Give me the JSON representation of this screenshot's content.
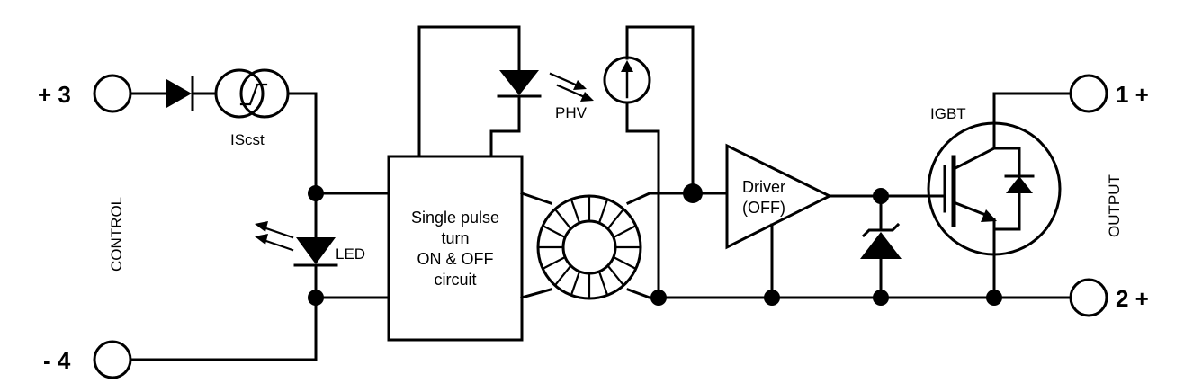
{
  "terminals": {
    "t3": "+ 3",
    "t4": "- 4",
    "t1": "1  +",
    "t2": "2  +"
  },
  "labels": {
    "iscst": "IScst",
    "led": "LED",
    "phv": "PHV",
    "igbt": "IGBT",
    "control": "CONTROL",
    "output": "OUTPUT"
  },
  "circuit_box": [
    "Single  pulse",
    "turn",
    "ON  &  OFF",
    "circuit"
  ],
  "driver": [
    "Driver",
    "(OFF)"
  ]
}
